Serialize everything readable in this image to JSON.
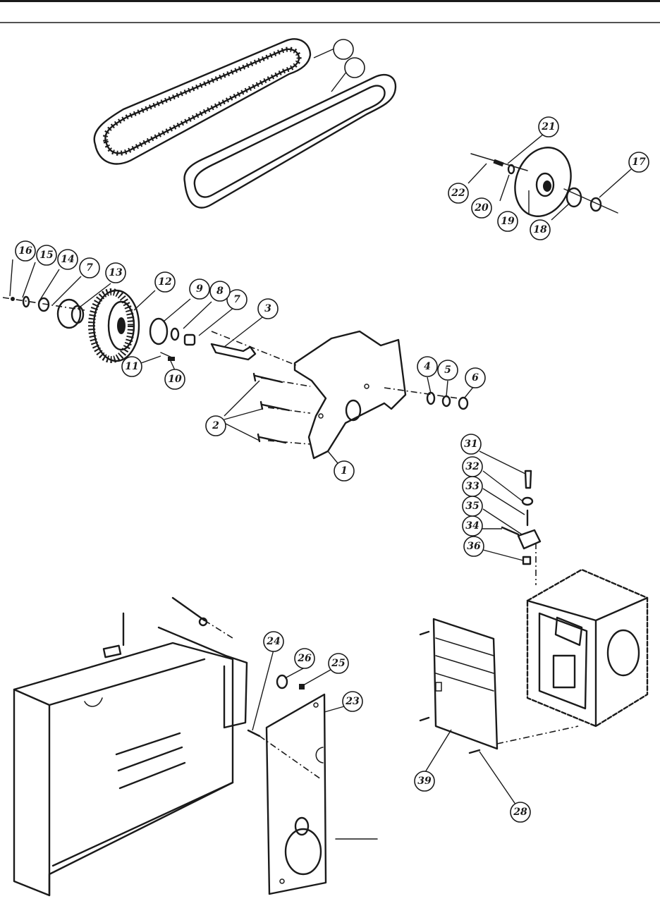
{
  "figure": {
    "callout_labels": [
      "1",
      "2",
      "3",
      "4",
      "5",
      "6",
      "7",
      "7",
      "8",
      "9",
      "10",
      "11",
      "12",
      "13",
      "14",
      "15",
      "16",
      "17",
      "18",
      "19",
      "20",
      "21",
      "22",
      "23",
      "24",
      "25",
      "26",
      "28",
      "31",
      "32",
      "33",
      "34",
      "35",
      "36",
      "39"
    ],
    "blank_callouts": 2
  }
}
